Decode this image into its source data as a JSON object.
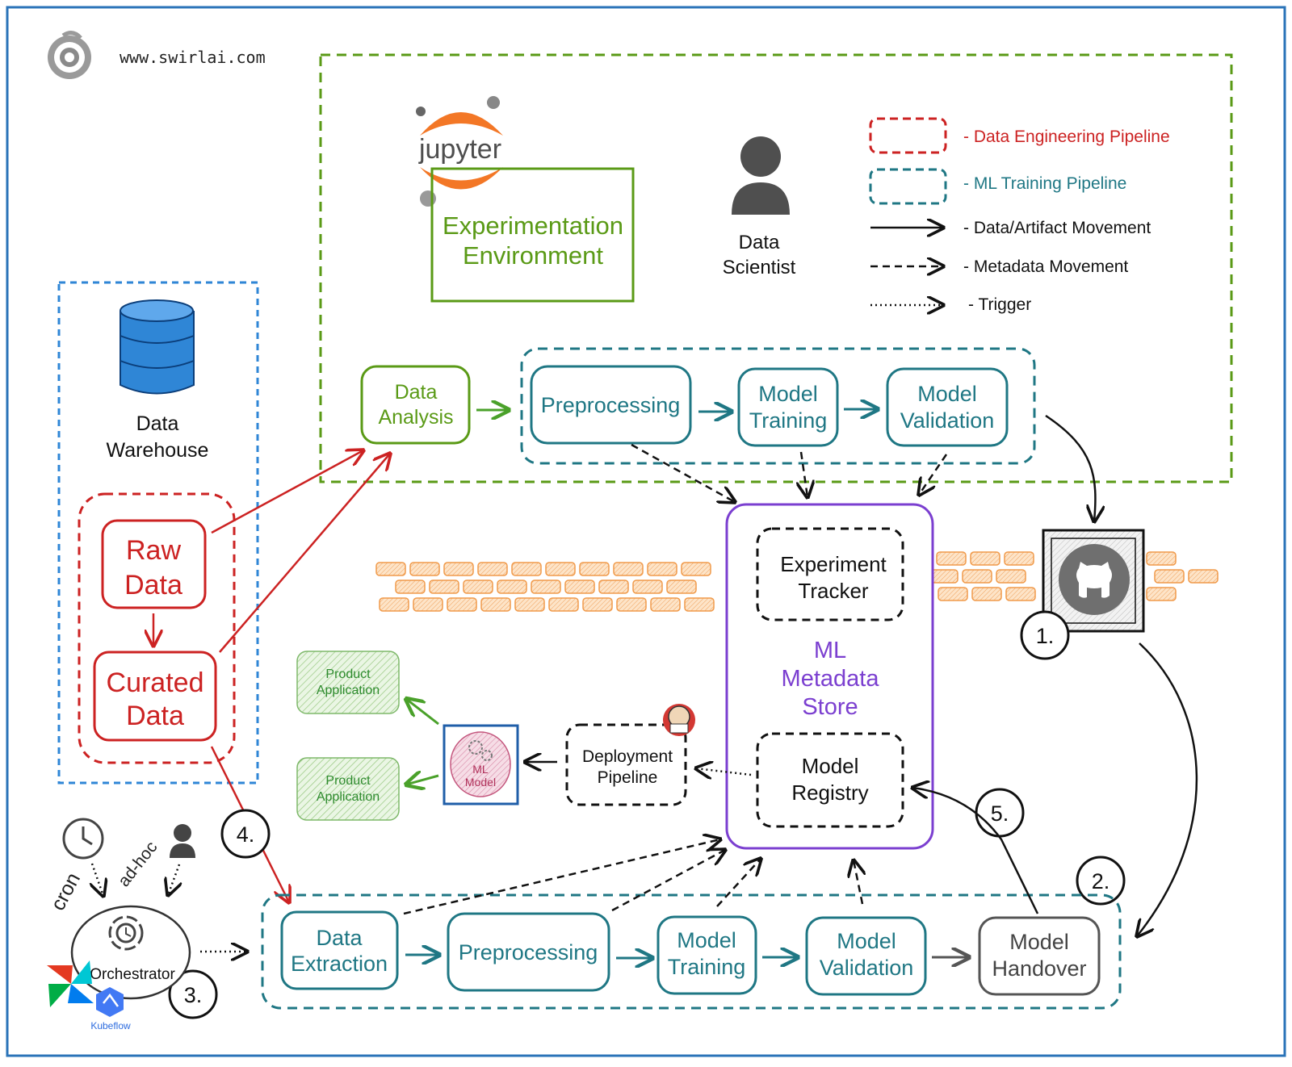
{
  "site": "www.swirlai.com",
  "colors": {
    "frame": "#2A73B8",
    "green": "#5A9A16",
    "teal": "#1F7784",
    "red": "#CC2222",
    "purple": "#7B3FD0",
    "warehouse_blue": "#2F86D6",
    "gray": "#555555"
  },
  "jupyter_logo": "jupyter",
  "experimentation_env": [
    "Experimentation",
    "Environment"
  ],
  "data_scientist": [
    "Data",
    "Scientist"
  ],
  "legend": {
    "data_engineering": "- Data Engineering Pipeline",
    "ml_training": "- ML Training Pipeline",
    "data_movement": "- Data/Artifact Movement",
    "metadata_movement": "- Metadata Movement",
    "trigger": "- Trigger"
  },
  "warehouse": [
    "Data",
    "Warehouse"
  ],
  "raw_data": [
    "Raw",
    "Data"
  ],
  "curated_data": [
    "Curated",
    "Data"
  ],
  "data_analysis": [
    "Data",
    "Analysis"
  ],
  "top_pipeline": {
    "preprocessing": [
      "Preprocessing"
    ],
    "model_training": [
      "Model",
      "Training"
    ],
    "model_validation": [
      "Model",
      "Validation"
    ]
  },
  "metadata_store": {
    "experiment_tracker": [
      "Experiment",
      "Tracker"
    ],
    "title": [
      "ML",
      "Metadata",
      "Store"
    ],
    "model_registry": [
      "Model",
      "Registry"
    ]
  },
  "product_app": [
    "Product",
    "Application"
  ],
  "ml_model": [
    "ML",
    "Model"
  ],
  "deployment_pipeline": [
    "Deployment",
    "Pipeline"
  ],
  "bottom_pipeline": {
    "data_extraction": [
      "Data",
      "Extraction"
    ],
    "preprocessing": [
      "Preprocessing"
    ],
    "model_training": [
      "Model",
      "Training"
    ],
    "model_validation": [
      "Model",
      "Validation"
    ],
    "model_handover": [
      "Model",
      "Handover"
    ]
  },
  "orchestrator": "Orchestrator",
  "cron": "cron",
  "ad_hoc": "ad-hoc",
  "kubeflow": "Kubeflow",
  "step_labels": [
    "1.",
    "2.",
    "3.",
    "4.",
    "5."
  ],
  "icons": [
    "swirl-logo-icon",
    "jupyter-logo-icon",
    "person-icon",
    "database-icon",
    "github-icon",
    "jenkins-icon",
    "clock-icon",
    "gear-icon",
    "airflow-icon",
    "kubeflow-icon"
  ]
}
